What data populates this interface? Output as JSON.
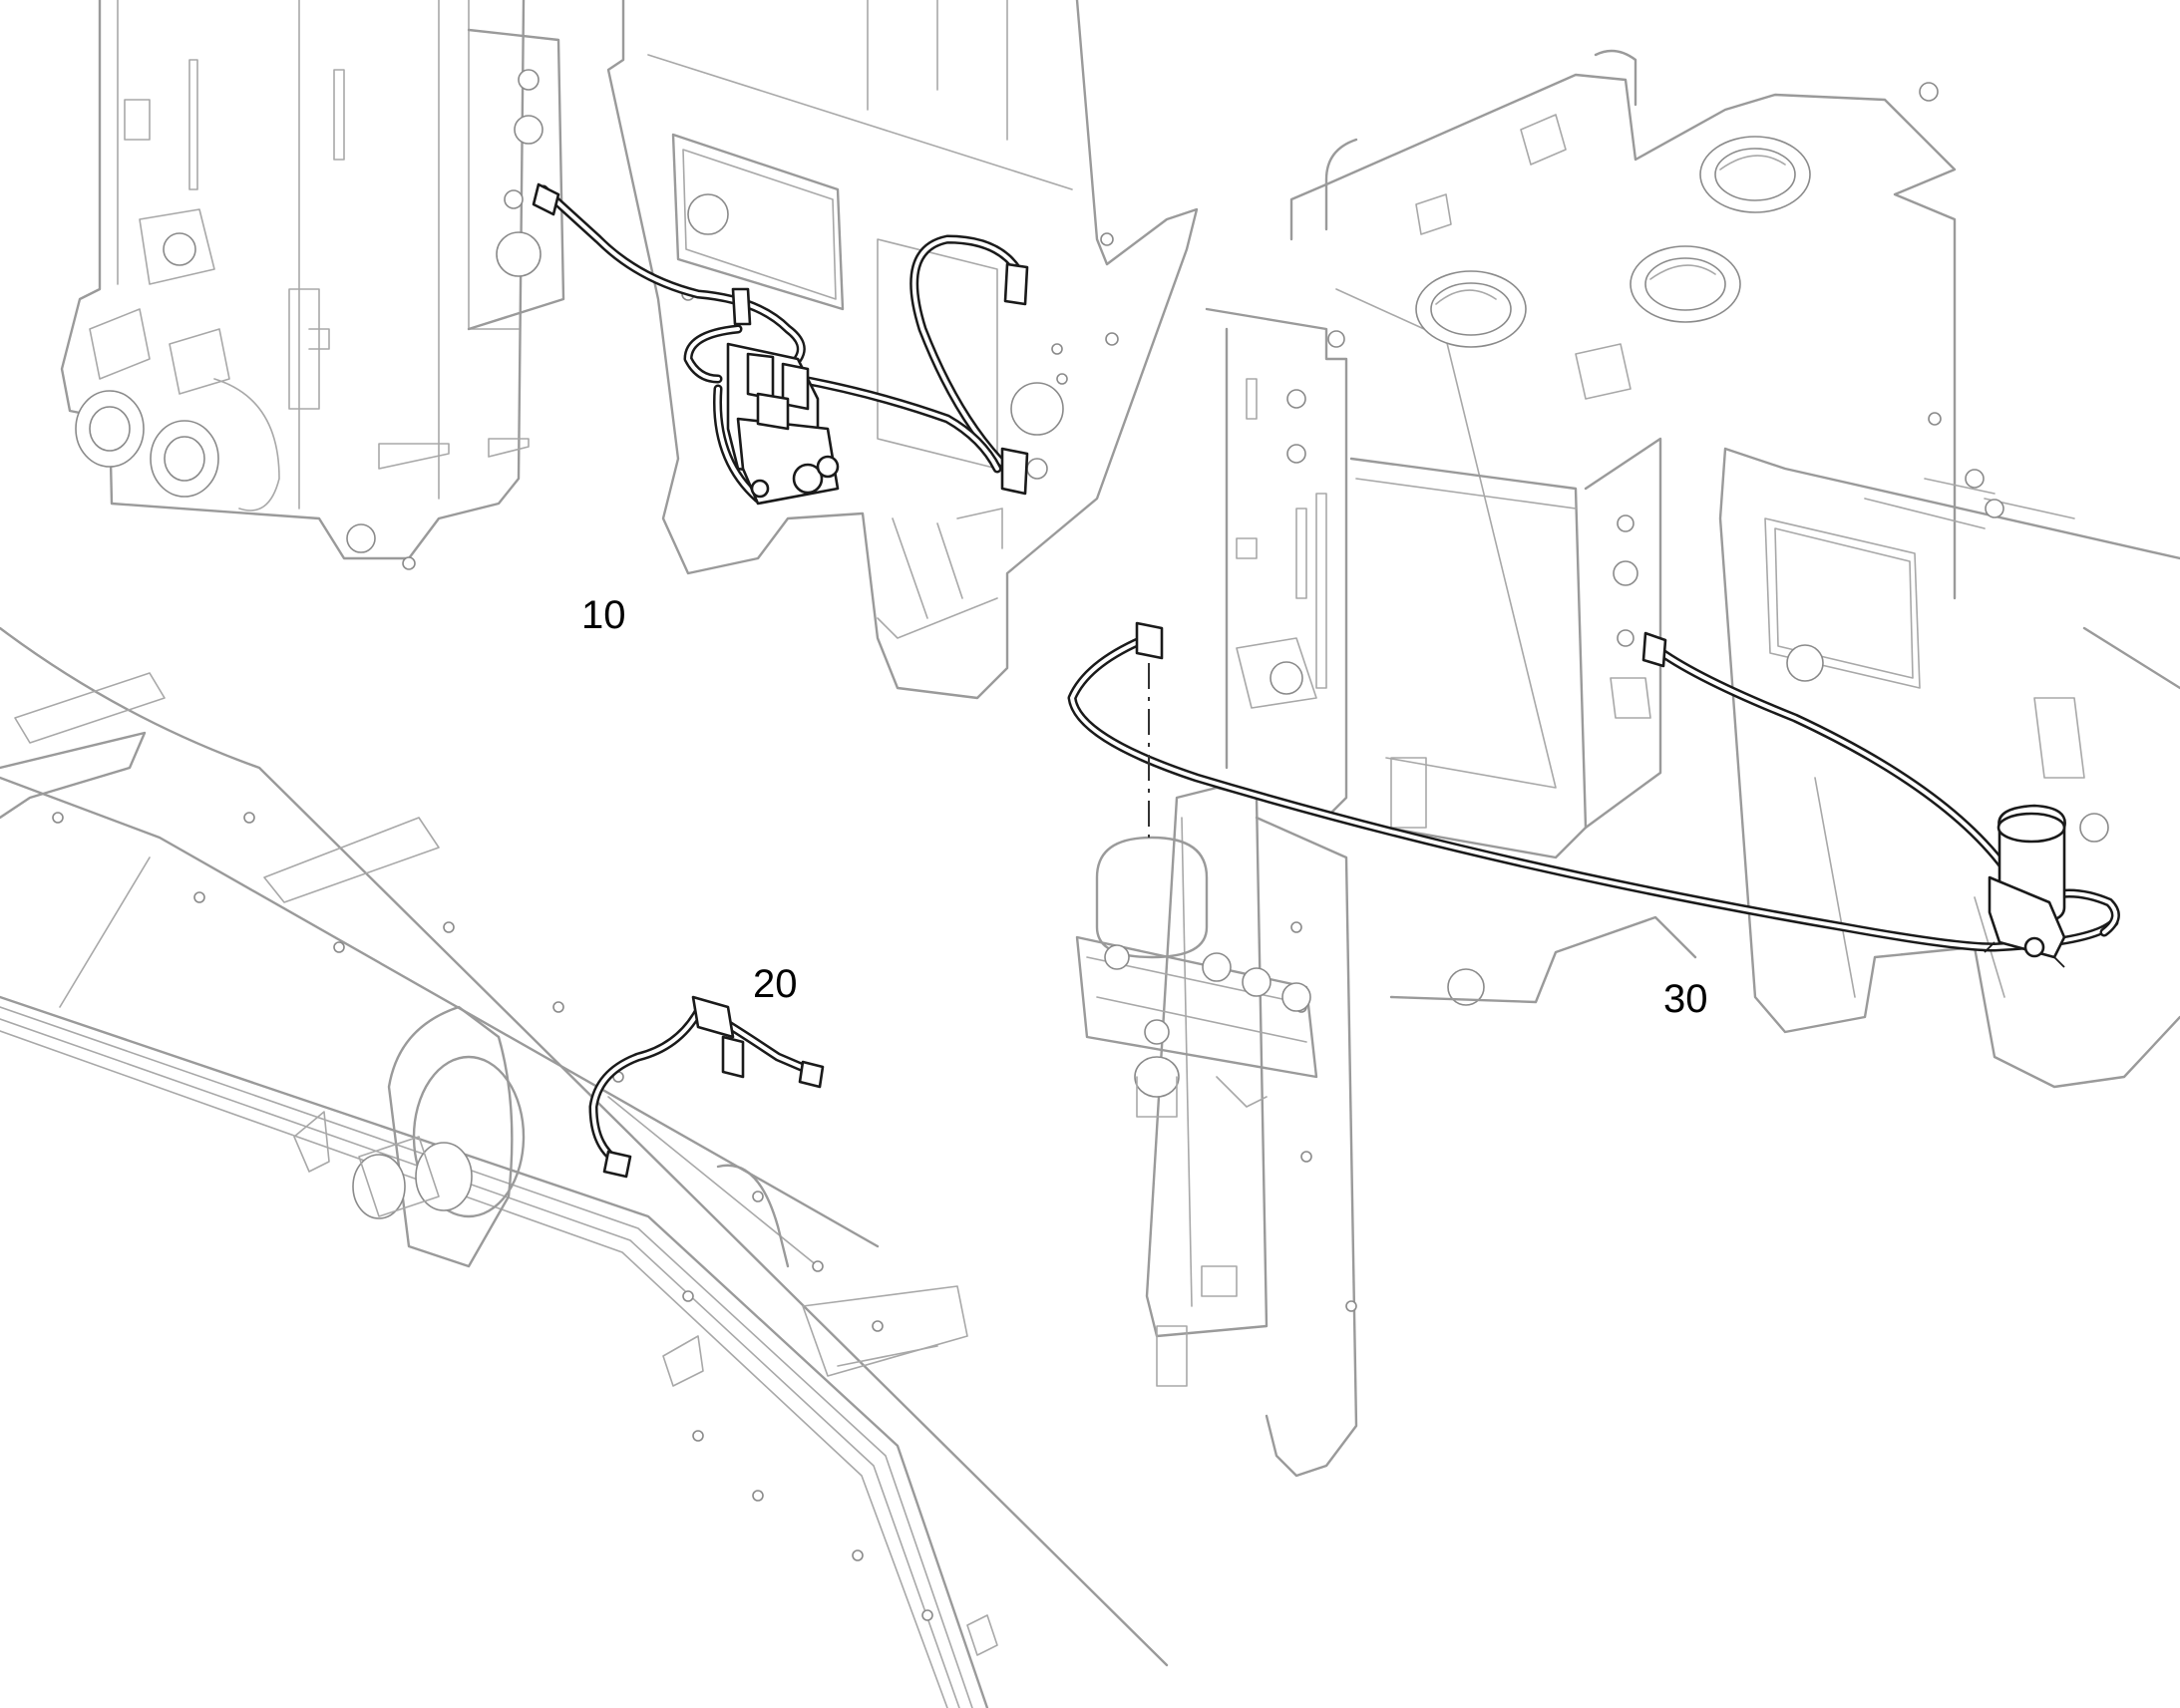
{
  "callouts": {
    "item_10": "10",
    "item_20": "20",
    "item_30": "30"
  },
  "colors": {
    "background": "#ffffff",
    "context_linework": "#9a9a9a",
    "highlighted_parts": "#1a1a1a",
    "callout_text": "#000000"
  }
}
